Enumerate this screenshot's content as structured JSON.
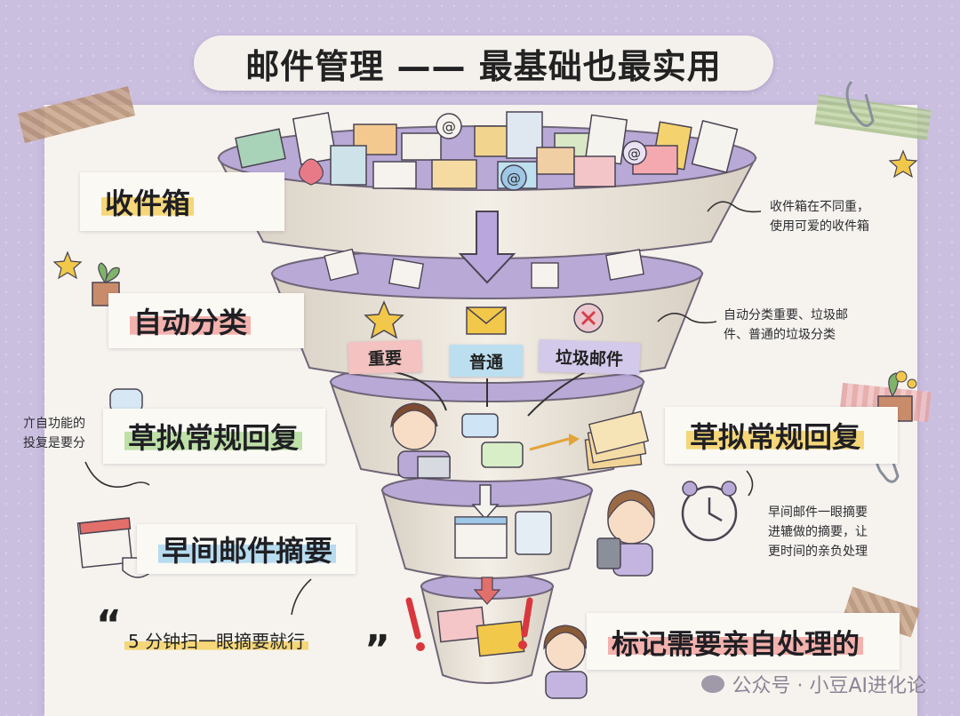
{
  "title": "邮件管理 —— 最基础也最实用",
  "stages": [
    {
      "label": "收件箱",
      "highlight": "#f5d77a"
    },
    {
      "label": "自动分类",
      "highlight": "#f3b2ad"
    },
    {
      "label": "草拟常规回复",
      "highlight": "#bfe0a8"
    },
    {
      "label": "早间邮件摘要",
      "highlight": "#b7dcef"
    }
  ],
  "right_labels": {
    "draft_reply": "草拟常规回复",
    "mark_personal": "标记需要亲自处理的"
  },
  "category_tags": [
    {
      "label": "重要",
      "color": "#f4c2c0"
    },
    {
      "label": "普通",
      "color": "#bcdff0"
    },
    {
      "label": "垃圾邮件",
      "color": "#d3c9ea"
    }
  ],
  "notes": {
    "inbox": [
      "收件箱在不同重，",
      "使用可爱的收件箱"
    ],
    "classify": [
      "自动分类重要、垃圾邮",
      "件、普通的垃圾分类"
    ],
    "reply": [
      "亣自功能的",
      "投复是要分"
    ],
    "summary": [
      "早间邮件一眼摘要",
      "进辘做的摘要，让",
      "更时间的亲负处理"
    ]
  },
  "quote": {
    "open": "“",
    "text": "5 分钟扫一眼摘要就行",
    "close": "”"
  },
  "watermark": "公众号 · 小豆AI进化论",
  "colors": {
    "background": "#cbbfe0",
    "paper": "#f6f3ee",
    "funnel_body": "#efe9df",
    "funnel_inner": "#b9a9d6",
    "arrow": "#b8a6dc",
    "red_arrow": "#e36f6a"
  }
}
